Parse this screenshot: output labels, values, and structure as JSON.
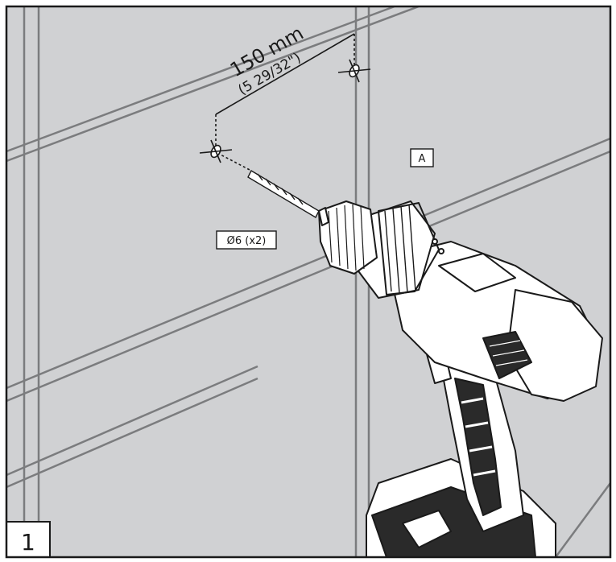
{
  "figure": {
    "step_number": "1",
    "dimension": {
      "metric": "150 mm",
      "imperial": "(5 29/32\")"
    },
    "labels": {
      "part": "A",
      "hole_spec": "Ø6 (x2)"
    }
  },
  "colors": {
    "wall": "#d0d1d3",
    "tile_line": "#7b7c7e",
    "outline": "#1a1a1a",
    "drill_body": "#ffffff",
    "drill_grip": "#2a2a2a"
  }
}
